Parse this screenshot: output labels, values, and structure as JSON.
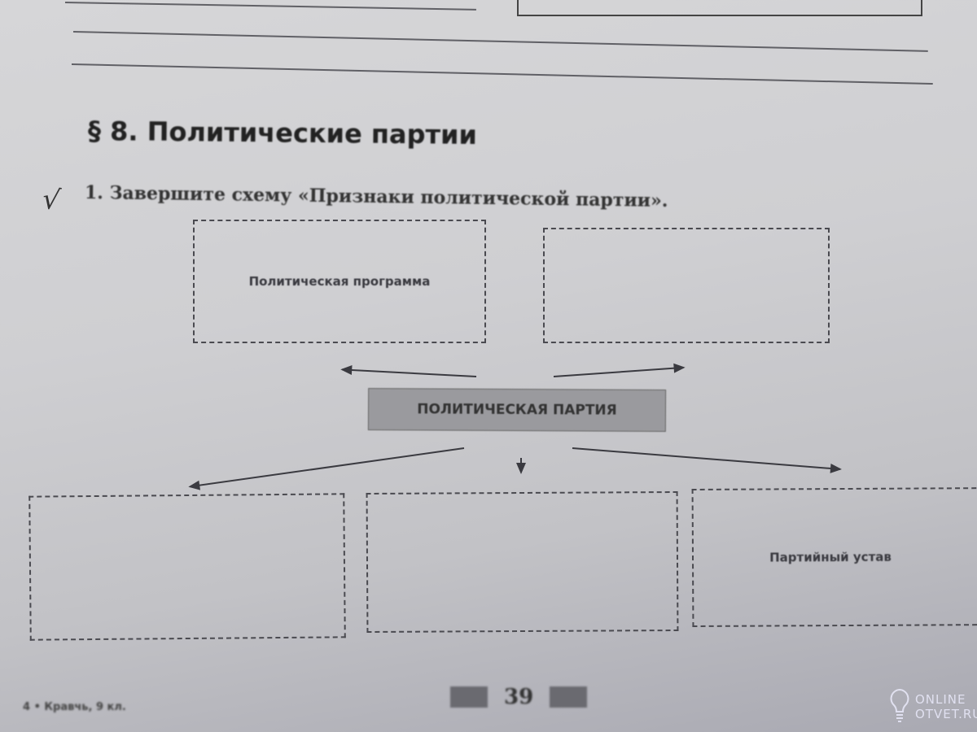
{
  "section_title": "§ 8. Политические партии",
  "task": {
    "check_mark": "√",
    "text": "1. Завершите схему «Признаки политической партии»."
  },
  "scheme": {
    "center_label": "ПОЛИТИЧЕСКАЯ ПАРТИЯ",
    "top_boxes": [
      "Политическая программа",
      ""
    ],
    "bottom_boxes": [
      "",
      "",
      "Партийный устав"
    ]
  },
  "footer": {
    "page_number": "39",
    "imprint": "4 • Кравчь, 9 кл."
  },
  "watermark": {
    "line1": "ONLINE",
    "line2": "OTVET.RU",
    "icon": "lightbulb-icon"
  }
}
